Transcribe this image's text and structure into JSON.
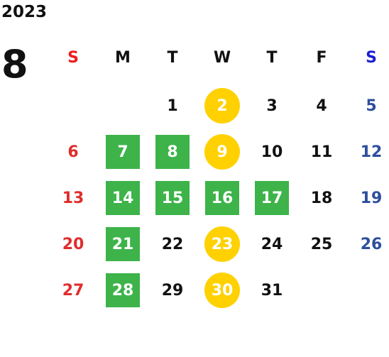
{
  "calendar": {
    "year": "2023",
    "month": "8",
    "weekdays": [
      "S",
      "M",
      "T",
      "W",
      "T",
      "F",
      "S"
    ],
    "days": [
      {
        "label": "",
        "style": "empty"
      },
      {
        "label": "",
        "style": "empty"
      },
      {
        "label": "1",
        "style": "normal"
      },
      {
        "label": "2",
        "style": "yellow"
      },
      {
        "label": "3",
        "style": "normal"
      },
      {
        "label": "4",
        "style": "normal"
      },
      {
        "label": "5",
        "style": "sat"
      },
      {
        "label": "6",
        "style": "sun"
      },
      {
        "label": "7",
        "style": "green"
      },
      {
        "label": "8",
        "style": "green"
      },
      {
        "label": "9",
        "style": "yellow"
      },
      {
        "label": "10",
        "style": "normal"
      },
      {
        "label": "11",
        "style": "normal"
      },
      {
        "label": "12",
        "style": "sat"
      },
      {
        "label": "13",
        "style": "sun"
      },
      {
        "label": "14",
        "style": "green"
      },
      {
        "label": "15",
        "style": "green"
      },
      {
        "label": "16",
        "style": "green"
      },
      {
        "label": "17",
        "style": "green"
      },
      {
        "label": "18",
        "style": "normal"
      },
      {
        "label": "19",
        "style": "sat"
      },
      {
        "label": "20",
        "style": "sun"
      },
      {
        "label": "21",
        "style": "green"
      },
      {
        "label": "22",
        "style": "normal"
      },
      {
        "label": "23",
        "style": "yellow"
      },
      {
        "label": "24",
        "style": "normal"
      },
      {
        "label": "25",
        "style": "normal"
      },
      {
        "label": "26",
        "style": "sat"
      },
      {
        "label": "27",
        "style": "sun"
      },
      {
        "label": "28",
        "style": "green"
      },
      {
        "label": "29",
        "style": "normal"
      },
      {
        "label": "30",
        "style": "yellow"
      },
      {
        "label": "31",
        "style": "normal"
      },
      {
        "label": "",
        "style": "empty"
      },
      {
        "label": "",
        "style": "empty"
      }
    ]
  },
  "colors": {
    "sunday": "#e02d2d",
    "saturday": "#2d4f9c",
    "green_highlight": "#3db34a",
    "yellow_highlight": "#ffd100",
    "text": "#111111"
  }
}
